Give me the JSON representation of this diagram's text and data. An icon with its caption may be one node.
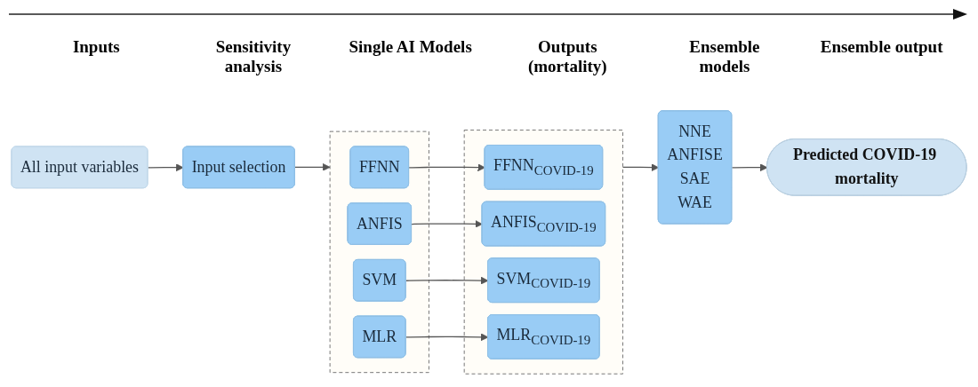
{
  "diagram": {
    "nodes": [
      {
        "text": [
          "All input variables"
        ]
      },
      {
        "text": [
          "Input selection"
        ]
      },
      {
        "text": [],
        "shape": "box"
      },
      {
        "text": [
          "FFNN"
        ],
        "in": 2
      },
      {
        "text": [
          "ANFIS"
        ],
        "in": 2
      },
      {
        "text": [
          "SVM"
        ],
        "in": 2
      },
      {
        "text": [
          "MLR"
        ],
        "in": 2
      },
      {
        "text": [],
        "shape": "box"
      },
      {
        "text": [
          "FFNN$_{COVID-19}$"
        ],
        "in": 7
      },
      {
        "text": [
          "ANFIS$_{COVID-19}$"
        ],
        "in": 7
      },
      {
        "text": [
          "SVM$_{COVID-19}$"
        ],
        "in": 7
      },
      {
        "text": [
          "MLR$_{COVID-19}$"
        ],
        "in": 7
      },
      {
        "text": [
          "NNE",
          "ANFISE",
          "SAE",
          "WAE"
        ]
      },
      {
        "text": [
          "Predicted COVID-19 mortality"
        ]
      }
    ],
    "edges": [
      {
        "from": 0,
        "to": 1,
        "arrow": "to"
      },
      {
        "from": 1,
        "to": 2,
        "arrow": "to"
      },
      {
        "from": 3,
        "to": 8,
        "arrow": "to"
      },
      {
        "from": 4,
        "to": 9,
        "arrow": "to"
      },
      {
        "from": 5,
        "to": 10,
        "arrow": "to"
      },
      {
        "from": 6,
        "to": 11,
        "arrow": "to"
      },
      {
        "from": 7,
        "to": 12,
        "arrow": "to"
      },
      {
        "from": 12,
        "to": 13,
        "arrow": "to"
      }
    ],
    "labels": [
      "Inputs",
      "Sensitivity analysis",
      "Single AI Models",
      "Outputs (mortality)",
      "Ensemble models",
      "Ensemble output"
    ]
  }
}
